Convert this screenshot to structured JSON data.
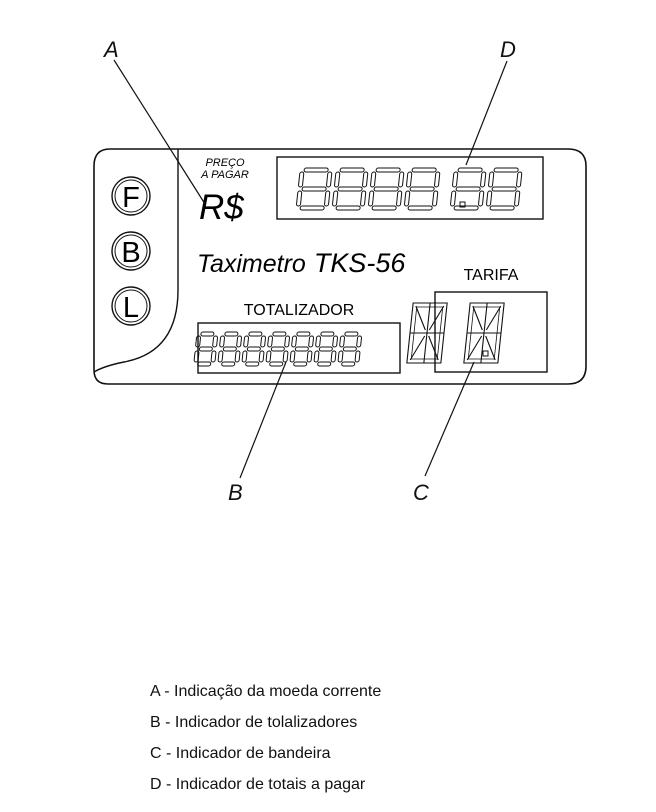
{
  "callouts": {
    "a": "A",
    "b": "B",
    "c": "C",
    "d": "D"
  },
  "device": {
    "buttons": [
      "F",
      "B",
      "L"
    ],
    "price_label_line1": "PREÇO",
    "price_label_line2": "A PAGAR",
    "currency": "R$",
    "model_name": "Taximetro",
    "model_code": "TKS-56",
    "totalizer_label": "TOTALIZADOR",
    "tariff_label": "TARIFA",
    "price_digit_count": 6,
    "price_decimal_digits": 2,
    "totalizer_digit_count": 7,
    "tariff_char_count": 2
  },
  "legend": [
    "A - Indicação da moeda corrente",
    "B - Indicador de tolalizadores",
    "C - Indicador de bandeira",
    "D - Indicador de totais a pagar"
  ]
}
